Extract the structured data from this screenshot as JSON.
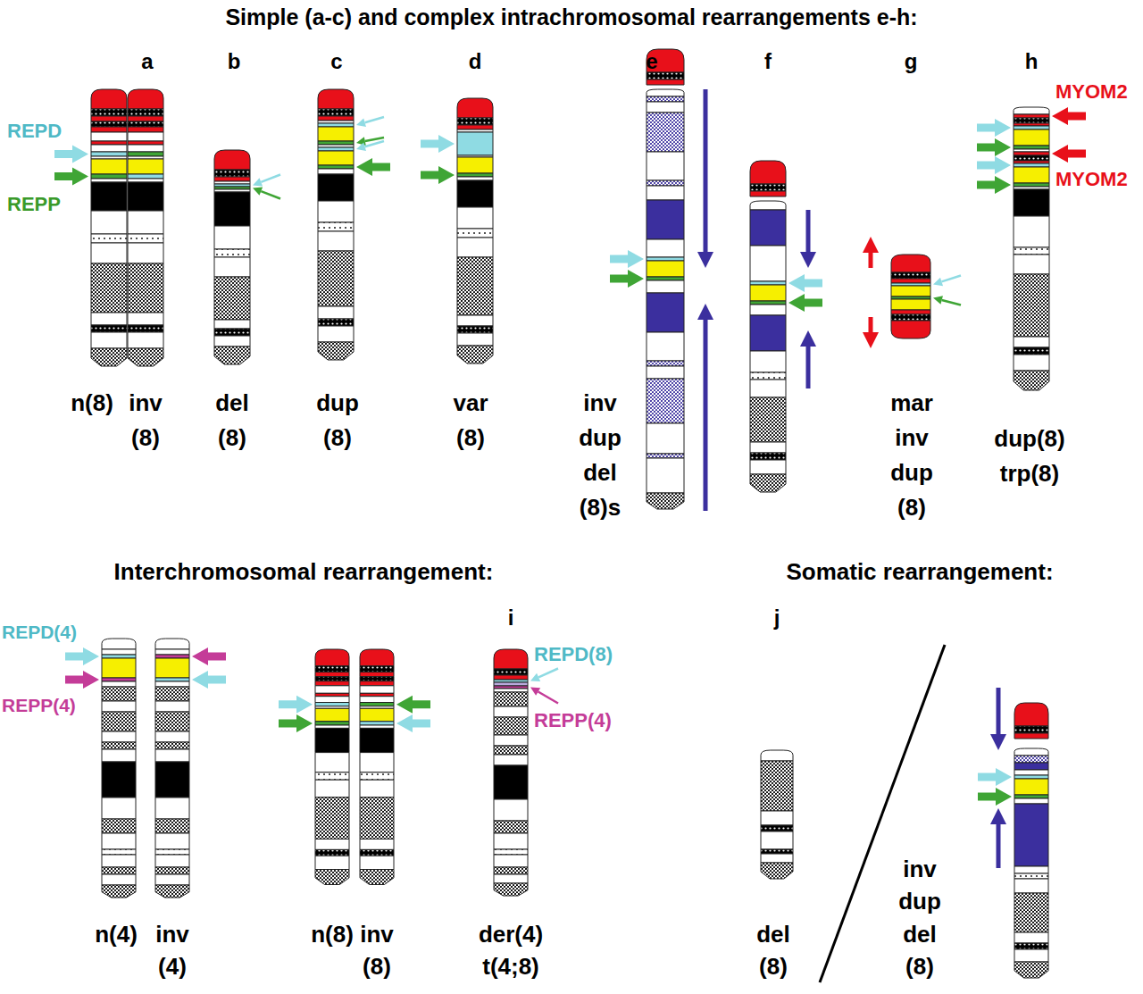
{
  "diagram": {
    "title": "Simple (a-c) and complex intrachromosomal rearrangements e-h:",
    "labels": [
      "a",
      "b",
      "c",
      "d",
      "e",
      "f",
      "g",
      "h",
      "REPD",
      "REPP",
      "n(8)",
      "inv (8)",
      "del (8)",
      "dup (8)",
      "var (8)",
      "inv dup del (8)s",
      "mar inv dup (8)",
      "dup(8) trp(8)",
      "MYOM2",
      "MYOM2",
      "Interchromosomal rearrangement:",
      "Somatic rearrangement:",
      "i",
      "j",
      "REPD(4)",
      "REPP(4)",
      "n(4)",
      "inv (4)",
      "n(8)",
      "inv (8)",
      "der(4) t(4;8)",
      "REPD(8)",
      "REPP(4)",
      "del (8)",
      "inv dup del (8)"
    ]
  }
}
